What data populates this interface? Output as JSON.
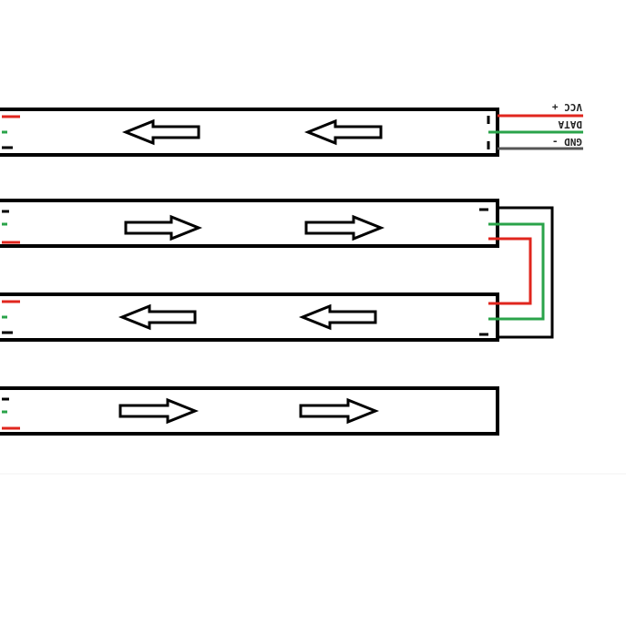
{
  "labels": {
    "vcc": "VCC +",
    "data": "DATA",
    "gnd": "GND -"
  },
  "colors": {
    "vcc": "#e0261e",
    "data": "#2aa34a",
    "gnd": "#555555",
    "outline": "#000000"
  },
  "strips": [
    {
      "id": 1,
      "direction": "left"
    },
    {
      "id": 2,
      "direction": "right"
    },
    {
      "id": 3,
      "direction": "left"
    },
    {
      "id": 4,
      "direction": "right"
    }
  ]
}
